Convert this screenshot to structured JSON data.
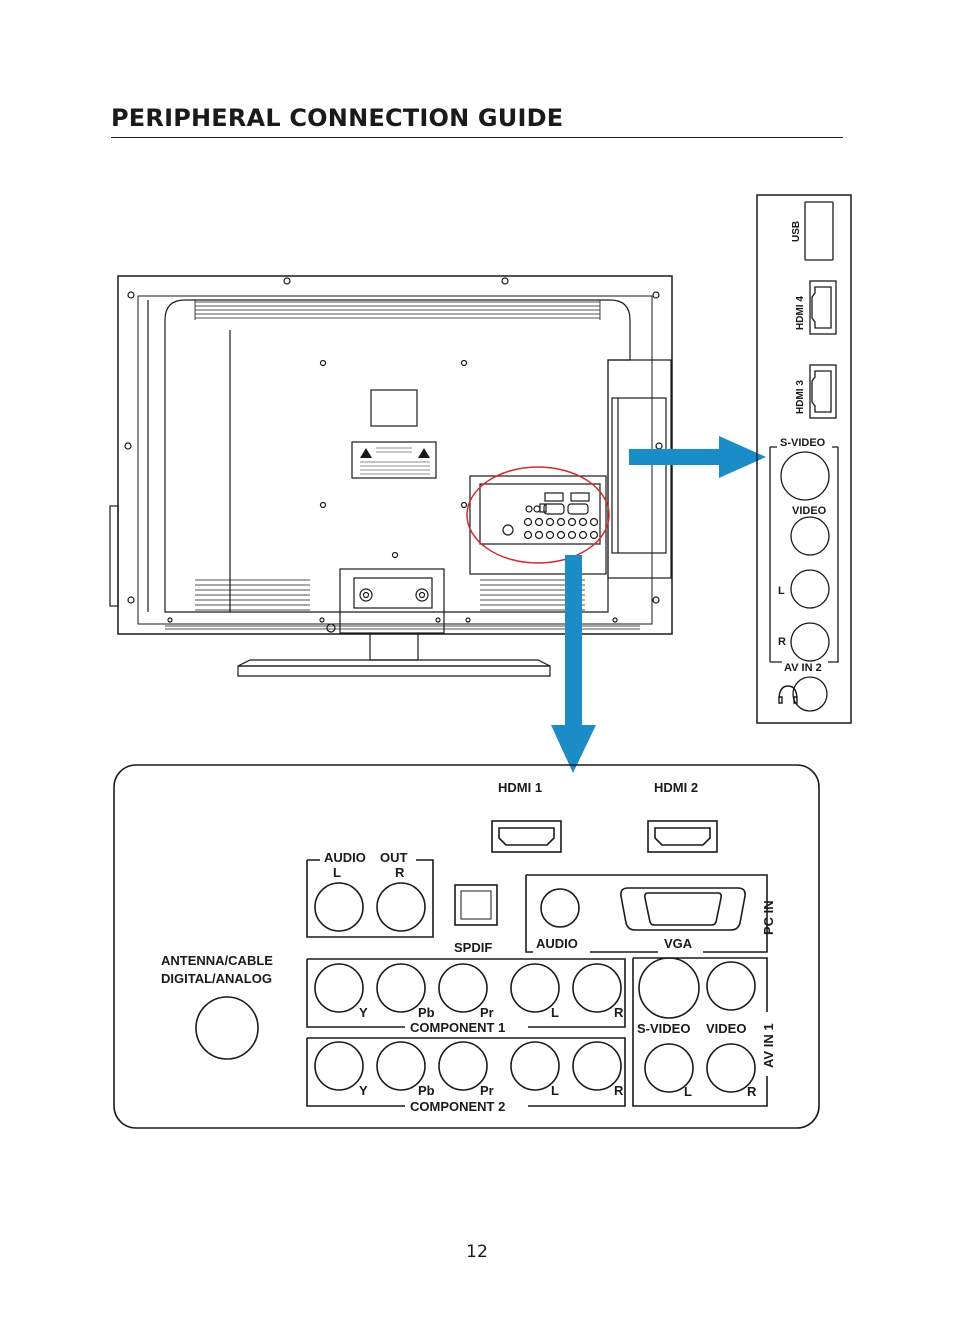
{
  "page": {
    "title": "PERIPHERAL CONNECTION GUIDE",
    "number": "12"
  },
  "side_panel": {
    "usb": "USB",
    "hdmi4": "HDMI 4",
    "hdmi3": "HDMI 3",
    "svideo": "S-VIDEO",
    "video": "VIDEO",
    "left": "L",
    "right": "R",
    "av_in_2": "AV IN 2"
  },
  "rear_panel": {
    "hdmi1": "HDMI 1",
    "hdmi2": "HDMI 2",
    "audio_out": "AUDIO",
    "audio_out2": "OUT",
    "audio_out_l": "L",
    "audio_out_r": "R",
    "spdif": "SPDIF",
    "pc_audio": "AUDIO",
    "vga": "VGA",
    "pc_in": "PC IN",
    "antenna_line1": "ANTENNA/CABLE",
    "antenna_line2": "DIGITAL/ANALOG",
    "comp_y": "Y",
    "comp_pb": "Pb",
    "comp_pr": "Pr",
    "comp_l": "L",
    "comp_r": "R",
    "component1": "COMPONENT 1",
    "component2": "COMPONENT 2",
    "av1_svideo": "S-VIDEO",
    "av1_video": "VIDEO",
    "av1_l": "L",
    "av1_r": "R",
    "av_in_1": "AV IN 1"
  },
  "colors": {
    "arrow": "#1a8cc8",
    "highlight_circle": "#d42a2a",
    "line": "#1a1a1a"
  }
}
